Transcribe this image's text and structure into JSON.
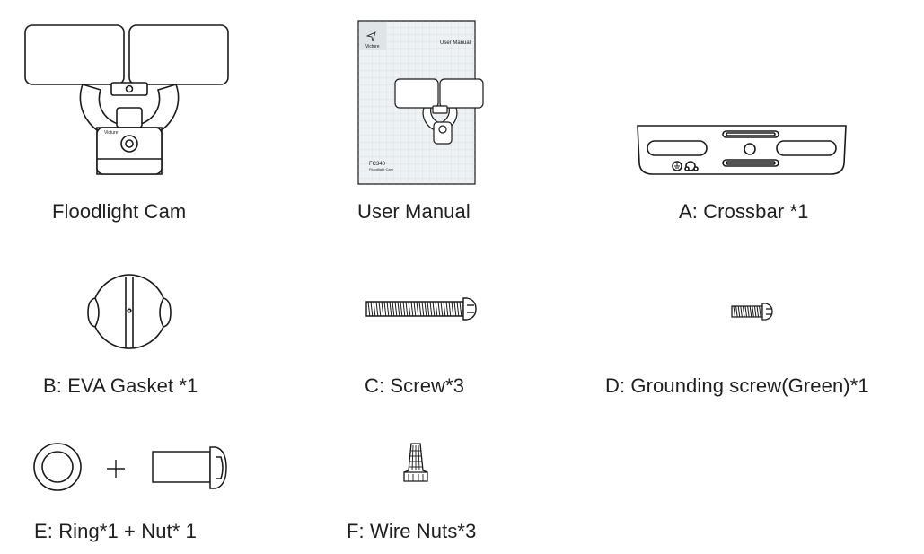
{
  "items": {
    "floodlight_cam": {
      "label": "Floodlight Cam",
      "brand": "Victure"
    },
    "user_manual": {
      "label": "User Manual",
      "cover_title": "User Manual",
      "brand": "Victure",
      "model": "FC340",
      "subtitle": "Floodlight Cam"
    },
    "crossbar": {
      "label": "A: Crossbar *1"
    },
    "eva_gasket": {
      "label": "B: EVA Gasket *1"
    },
    "screw": {
      "label": "C: Screw*3"
    },
    "grounding_screw": {
      "label": "D: Grounding screw(Green)*1"
    },
    "ring_nut": {
      "label": "E: Ring*1 + Nut* 1"
    },
    "wire_nuts": {
      "label": "F: Wire Nuts*3"
    }
  },
  "colors": {
    "ink": "#1a1a1a",
    "background": "#ffffff",
    "manual_grid": "#c9d3da",
    "manual_paper": "#eef1f3"
  }
}
